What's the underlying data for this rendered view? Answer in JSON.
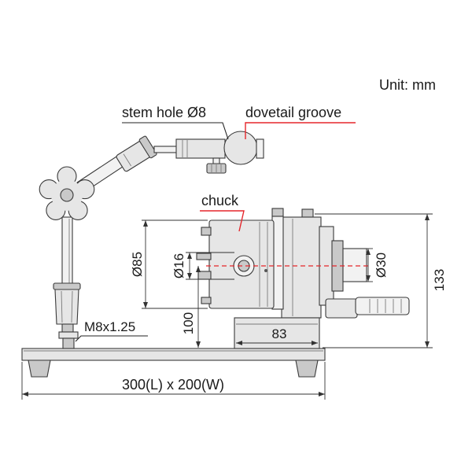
{
  "unit_label": "Unit: mm",
  "callouts": {
    "stem_hole": "stem hole Ø8",
    "dovetail_groove": "dovetail groove",
    "chuck": "chuck",
    "thread": "M8x1.25"
  },
  "dimensions": {
    "chuck_diameter": "Ø85",
    "bore_diameter": "Ø16",
    "shaft_diameter": "Ø30",
    "overall_height": "133",
    "center_height": "100",
    "block_width": "83",
    "base_plate": "300(L) x 200(W)"
  },
  "colors": {
    "accent": "#e5262b",
    "line": "#333333",
    "metal": "#e6e6e6"
  }
}
